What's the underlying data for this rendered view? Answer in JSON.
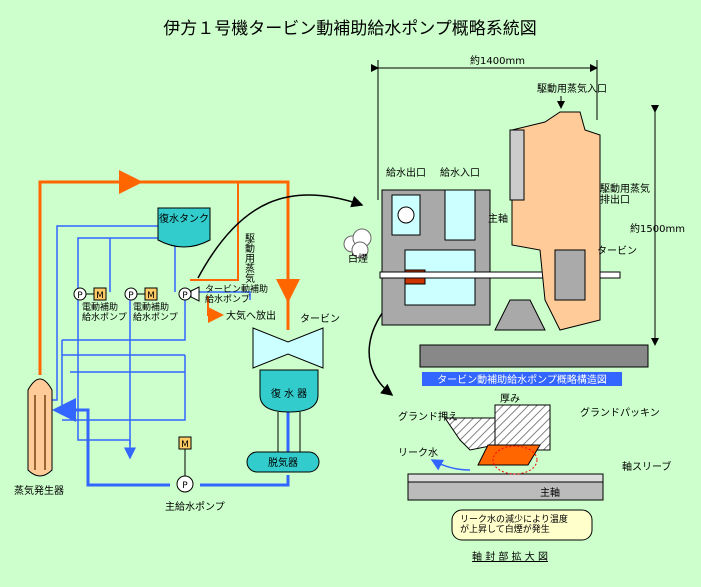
{
  "title": "伊方１号機タービン動補助給水ポンプ概略系統図",
  "system": {
    "condensate_tank": "復水タンク",
    "drive_steam": "駆動用蒸気",
    "motor_pump_label": "P",
    "motor_label": "M",
    "motor_pump_a": "電動補助\n給水ポンプ",
    "motor_pump_b": "電動補助\n給水ポンプ",
    "turbine_pump": "タービン動補助\n給水ポンプ",
    "atmosphere_release": "大気へ放出",
    "turbine": "タービン",
    "condenser": "復 水 器",
    "deaerator": "脱気器",
    "main_feed_pump": "主給水ポンプ",
    "steam_generator": "蒸気発生器"
  },
  "structure": {
    "width_dim": "約1400mm",
    "height_dim": "約1500mm",
    "drive_steam_inlet": "駆動用蒸気入口",
    "drive_steam_exhaust": "駆動用蒸気\n排出口",
    "feed_outlet": "給水出口",
    "feed_inlet": "給水入口",
    "white_smoke": "白煙",
    "main_shaft": "主軸",
    "turbine": "タービン",
    "caption": "タービン動補助給水ポンプ概略構造図"
  },
  "detail": {
    "gland_retainer": "グランド押え",
    "thickness": "厚み",
    "gland_packing": "グランドパッキン",
    "leak_water": "リーク水",
    "shaft_sleeve": "軸スリーブ",
    "main_shaft": "主軸",
    "note": "リーク水の減少により温度\nが上昇して白煙が発生",
    "caption": "軸 封 部 拡 大 図"
  },
  "colors": {
    "background": "#ccffcc",
    "steam_line": "#ff6600",
    "water_line": "#3366ff",
    "tank_fill": "#33cccc",
    "pump_body": "#999999",
    "turbine_body": "#ffcc99",
    "packing": "#ff6600"
  }
}
